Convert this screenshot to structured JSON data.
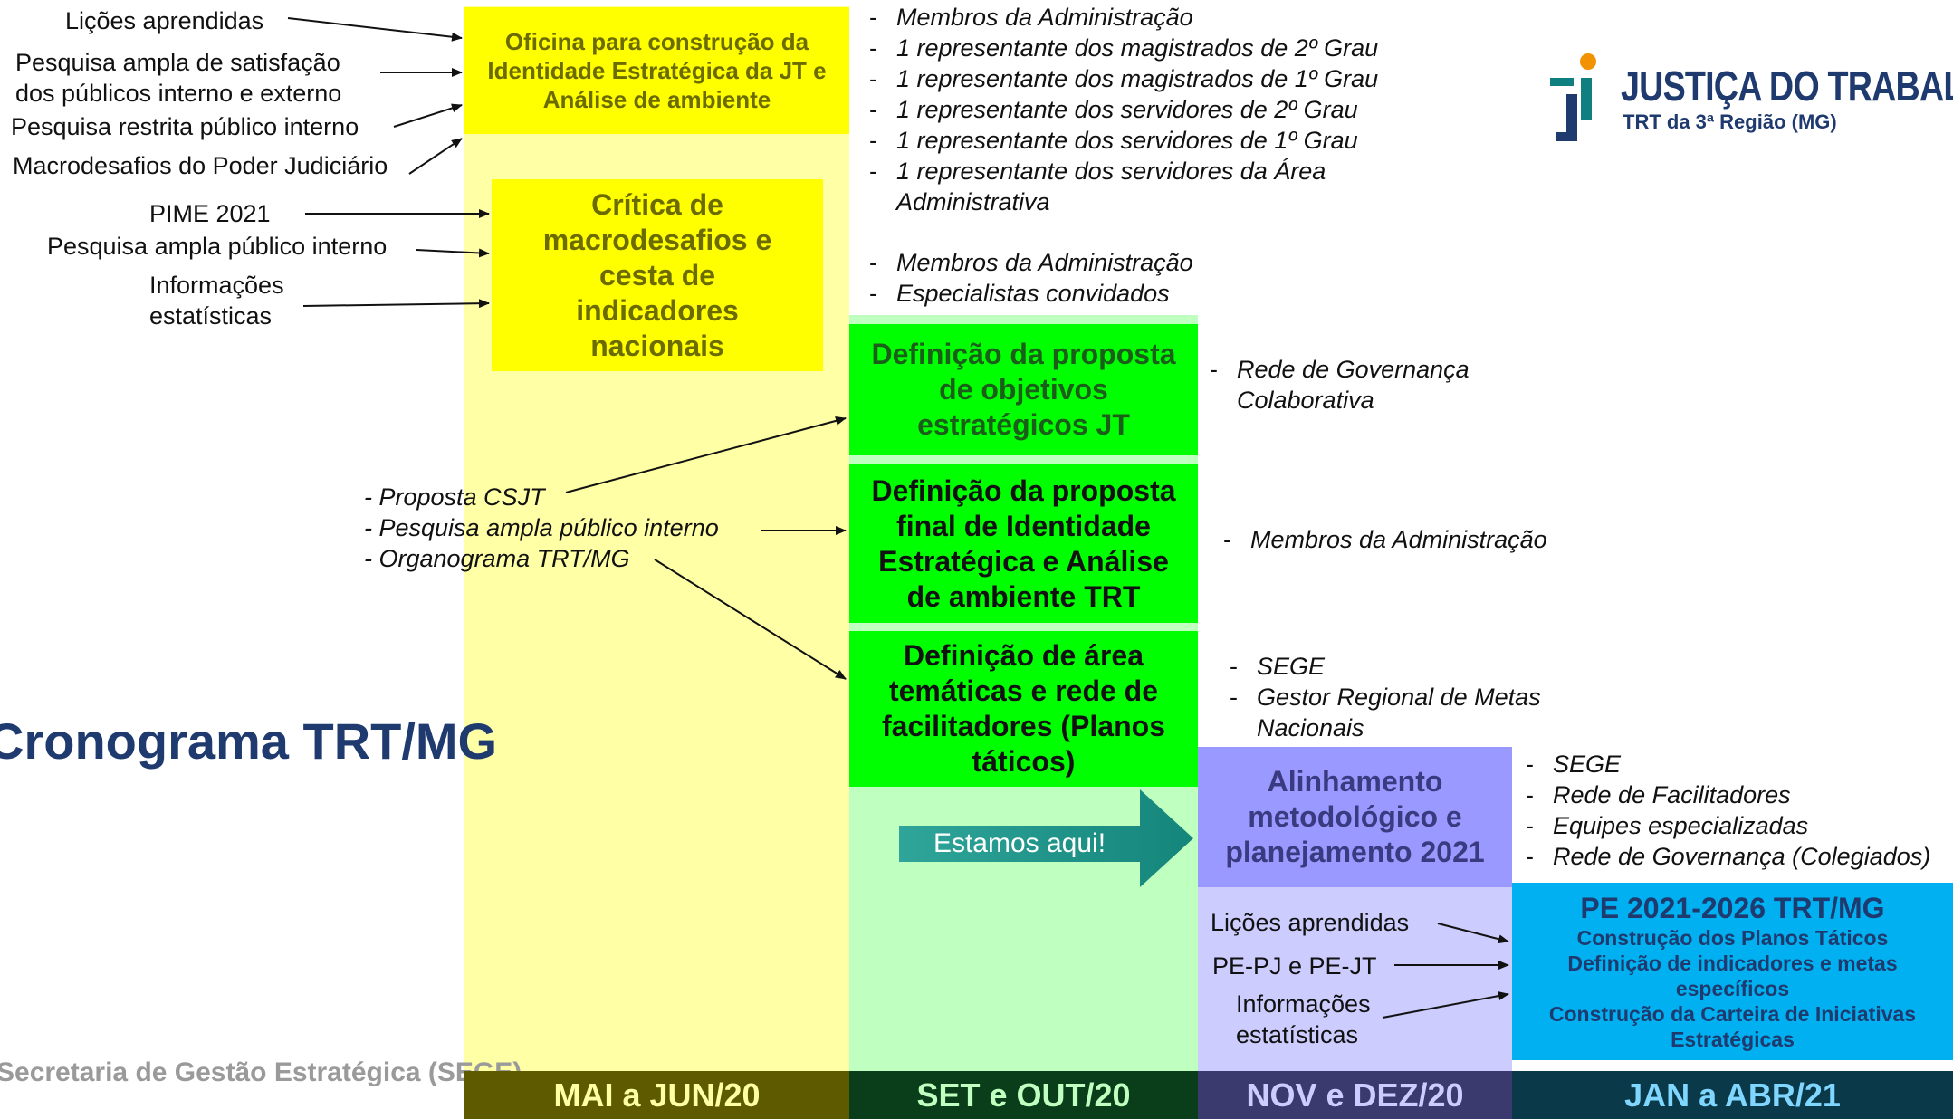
{
  "colors": {
    "col1_bg": "#ffffa6",
    "col2_bg": "#bfffbf",
    "col3_bg": "#ccccff",
    "yellow_box": "#ffff00",
    "green_box": "#00ff00",
    "purple_box": "#9999ff",
    "blue_box": "#00b0f0",
    "navy_title": "#1f3a6e"
  },
  "logo": {
    "title": "JUSTIÇA DO TRABALHO",
    "subtitle": "TRT da 3ª Região (MG)"
  },
  "page_title": "Cronograma TRT/MG",
  "footer_left": "Secretaria de Gestão Estratégica (SEGE)",
  "periods": [
    "MAI a JUN/20",
    "SET e OUT/20",
    "NOV e DEZ/20",
    "JAN a ABR/21"
  ],
  "inputs_a": [
    "Lições aprendidas",
    "Pesquisa ampla de satisfação dos públicos interno e externo",
    "Pesquisa restrita público interno",
    "Macrodesafios do Poder Judiciário"
  ],
  "inputs_b": [
    "PIME 2021",
    "Pesquisa ampla público interno",
    "Informações estatísticas"
  ],
  "inputs_c": [
    "- Proposta CSJT",
    "- Pesquisa ampla público interno",
    "- Organograma TRT/MG"
  ],
  "inputs_d": [
    "Lições aprendidas",
    "PE-PJ e PE-JT",
    "Informações estatísticas"
  ],
  "boxes": {
    "oficina": "Oficina para construção da Identidade Estratégica da JT e Análise de ambiente",
    "critica": "Crítica de macrodesafios e cesta de indicadores nacionais",
    "objetivos": "Definição da proposta de objetivos estratégicos JT",
    "identidade": "Definição da proposta final de Identidade Estratégica e Análise de ambiente TRT",
    "areas": "Definição de área temáticas e rede de facilitadores (Planos táticos)",
    "alinhamento": "Alinhamento metodológico e planejamento 2021",
    "pe_title": "PE 2021-2026 TRT/MG",
    "pe_lines": [
      "Construção dos Planos Táticos",
      "Definição de indicadores e metas específicos",
      "Construção da Carteira de Iniciativas Estratégicas"
    ],
    "estamos": "Estamos aqui!"
  },
  "participants_oficina": [
    "Membros da Administração",
    "1 representante dos magistrados de 2º Grau",
    "1 representante dos magistrados de 1º Grau",
    "1 representante dos servidores de 2º Grau",
    "1 representante dos servidores de 1º Grau",
    " 1 representante dos servidores da Área Administrativa"
  ],
  "participants_critica": [
    "Membros da Administração",
    "Especialistas convidados"
  ],
  "participants_objetivos": [
    "Rede de Governança Colaborativa"
  ],
  "participants_identidade": [
    "Membros da Administração"
  ],
  "participants_areas": [
    "SEGE",
    "Gestor Regional de Metas Nacionais"
  ],
  "participants_alinhamento": [
    "SEGE",
    "Rede de Facilitadores",
    "Equipes especializadas",
    "Rede de Governança (Colegiados)"
  ]
}
